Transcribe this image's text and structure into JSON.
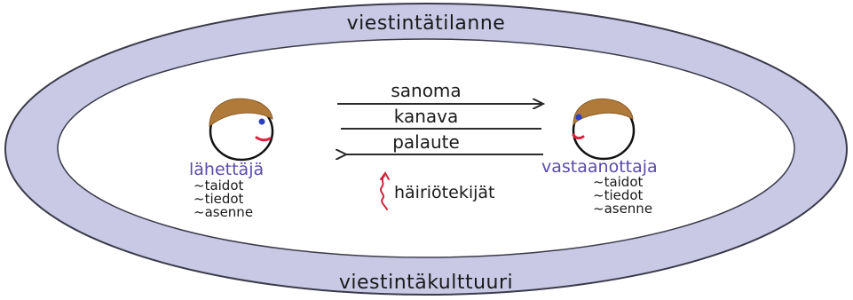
{
  "diagram": {
    "outer_label": "viestintätilanne",
    "bottom_label": "viestintäkulttuuri",
    "channels": [
      {
        "label": "sanoma",
        "direction": "right"
      },
      {
        "label": "kanava",
        "direction": "none"
      },
      {
        "label": "palaute",
        "direction": "left"
      }
    ],
    "sender": {
      "role": "lähettäjä",
      "traits": [
        "~taidot",
        "~tiedot",
        "~asenne"
      ]
    },
    "receiver": {
      "role": "vastaanottaja",
      "traits": [
        "~taidot",
        "~tiedot",
        "~asenne"
      ]
    },
    "noise_label": "häiriötekijät",
    "colors": {
      "outer_ring": "#c9c9e6",
      "outline": "#3a3a4a",
      "role_text": "#5b4aa8",
      "hair": "#b07a3a",
      "eye": "#2a40c8",
      "mouth": "#e0203c",
      "noise_squiggle": "#c8283a"
    }
  }
}
